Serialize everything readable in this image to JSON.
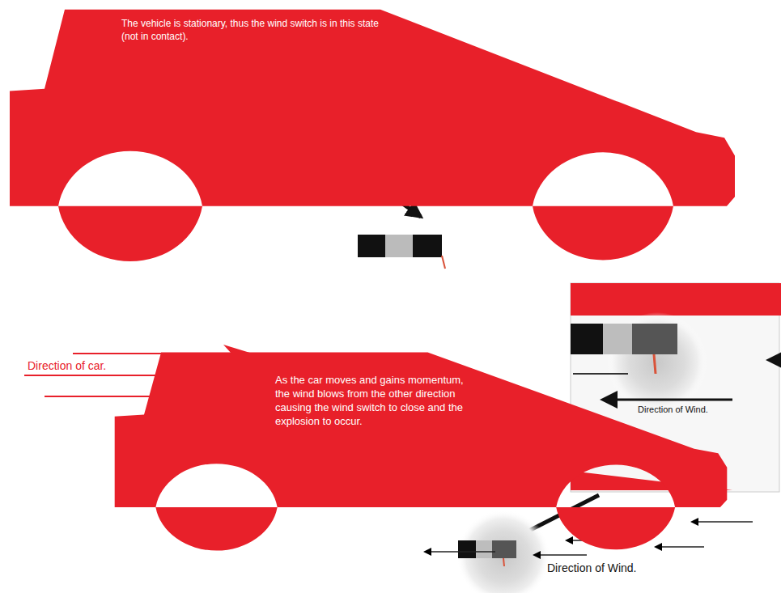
{
  "diagram": {
    "nodes": [
      {
        "text": [
          "The vehicle is stationary, thus the wind switch is in this state (not in contact)."
        ]
      },
      {
        "text": [
          "As the car moves and gains momentum, the wind blows from the other direction causing the wind switch to close and the explosion to occur."
        ]
      }
    ],
    "labels": [
      "Direction of car.",
      "Direction of Wind.",
      "Direction of Wind."
    ]
  }
}
